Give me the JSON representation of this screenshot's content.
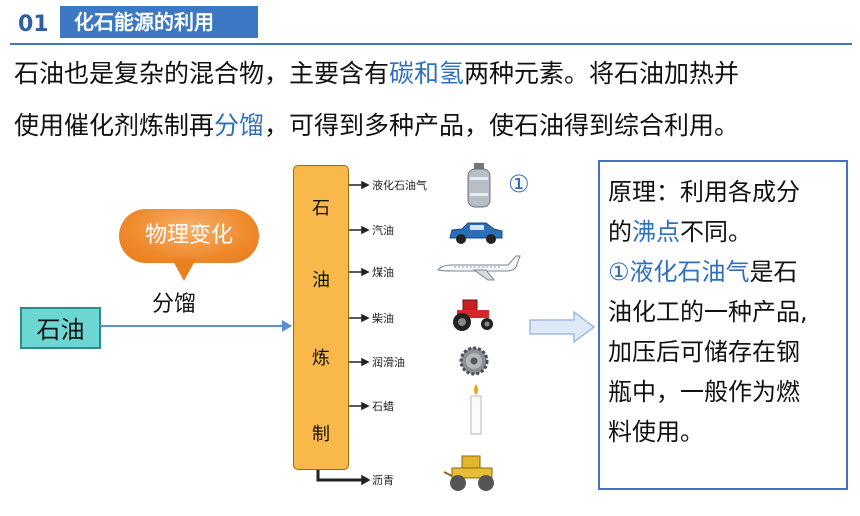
{
  "header": {
    "number": "01",
    "title": "化石能源的利用"
  },
  "intro": {
    "line1": {
      "before": "石油也是复杂的混合物，主要含有",
      "highlight": "碳和氢",
      "after": "两种元素。将石油加热并"
    },
    "line2": {
      "before": "使用催化剂炼制再",
      "highlight": "分馏",
      "after": "，可得到多种产品，使石油得到综合利用。"
    }
  },
  "diagram": {
    "bubble_text": "物理变化",
    "arrow_label": "分馏",
    "source_label": "石油",
    "column_chars": [
      "石",
      "油",
      "炼",
      "制"
    ],
    "products": [
      {
        "label": "液化石油气",
        "icon": "gas-cylinder-icon"
      },
      {
        "label": "汽油",
        "icon": "car-icon"
      },
      {
        "label": "煤油",
        "icon": "airplane-icon"
      },
      {
        "label": "柴油",
        "icon": "tractor-icon"
      },
      {
        "label": "润滑油",
        "icon": "gear-icon"
      },
      {
        "label": "石蜡",
        "icon": "candle-icon"
      },
      {
        "label": "沥青",
        "icon": "road-roller-icon"
      }
    ],
    "marker": "①"
  },
  "explain": {
    "l1": "原理：利用各成分",
    "l2_prefix": "的",
    "l2_highlight": "沸点",
    "l2_suffix": "不同。",
    "l3_highlight": "①液化石油气",
    "l3_suffix": "是石",
    "l4": "油化工的一种产品,",
    "l5": "加压后可储存在钢",
    "l6": "瓶中，一般作为燃",
    "l7": "料使用。"
  },
  "colors": {
    "accent": "#3c78c3",
    "highlight": "#2f6fbf",
    "column": "#f8b94a",
    "bubble": "#ef8a2c",
    "source_box": "#6cd6d3"
  }
}
